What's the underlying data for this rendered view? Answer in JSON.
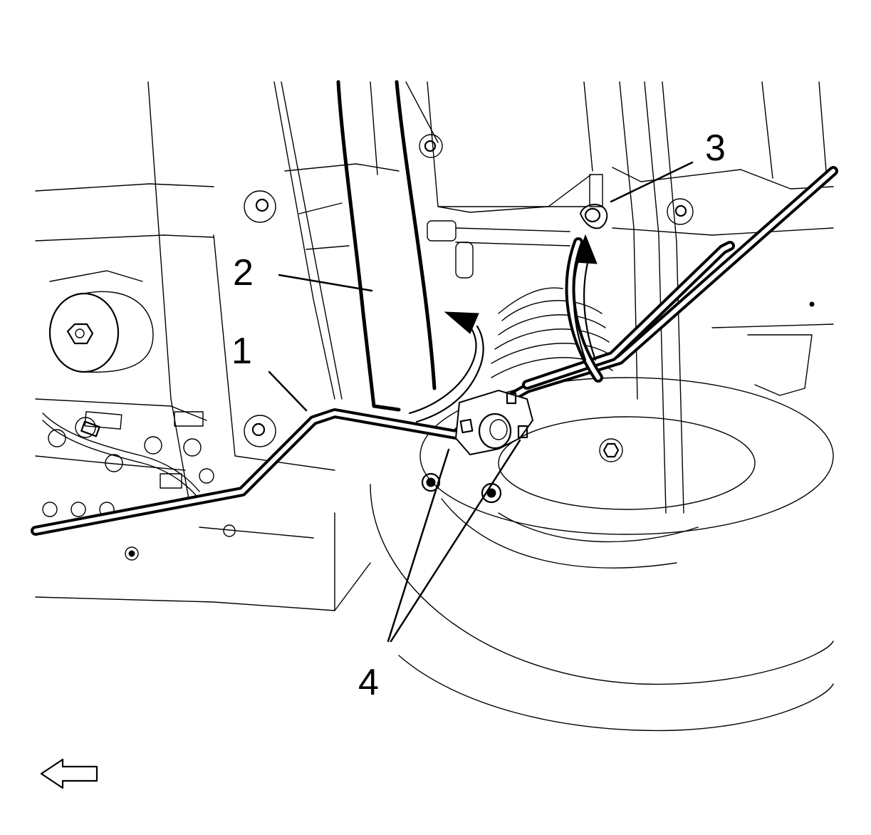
{
  "diagram": {
    "callouts": [
      {
        "id": "1",
        "label": "1"
      },
      {
        "id": "2",
        "label": "2"
      },
      {
        "id": "3",
        "label": "3"
      },
      {
        "id": "4",
        "label": "4"
      }
    ],
    "direction_icon": "left-arrow-icon"
  }
}
